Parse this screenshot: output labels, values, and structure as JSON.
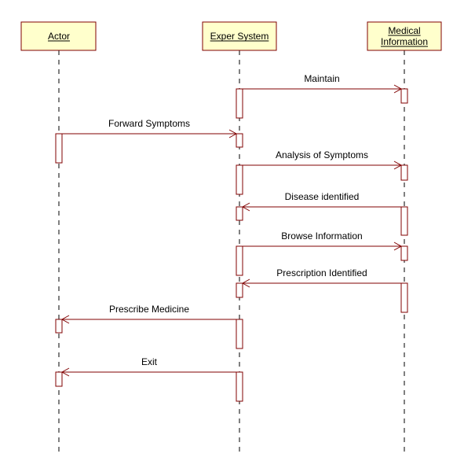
{
  "lifelines": [
    {
      "id": "actor",
      "title_lines": [
        "Actor"
      ]
    },
    {
      "id": "expert",
      "title_lines": [
        "Exper System"
      ]
    },
    {
      "id": "medical",
      "title_lines": [
        "Medical",
        "Information"
      ]
    }
  ],
  "messages": [
    {
      "label": "Maintain",
      "from": "expert",
      "to": "medical"
    },
    {
      "label": "Forward Symptoms",
      "from": "actor",
      "to": "expert"
    },
    {
      "label": "Analysis of Symptoms",
      "from": "expert",
      "to": "medical"
    },
    {
      "label": "Disease identified",
      "from": "medical",
      "to": "expert"
    },
    {
      "label": "Browse Information",
      "from": "expert",
      "to": "medical"
    },
    {
      "label": "Prescription Identified",
      "from": "medical",
      "to": "expert"
    },
    {
      "label": "Prescribe Medicine",
      "from": "expert",
      "to": "actor"
    },
    {
      "label": "Exit",
      "from": "expert",
      "to": "actor"
    }
  ],
  "colors": {
    "box_fill": "#ffffcc",
    "border": "#800000",
    "text": "#000000"
  }
}
